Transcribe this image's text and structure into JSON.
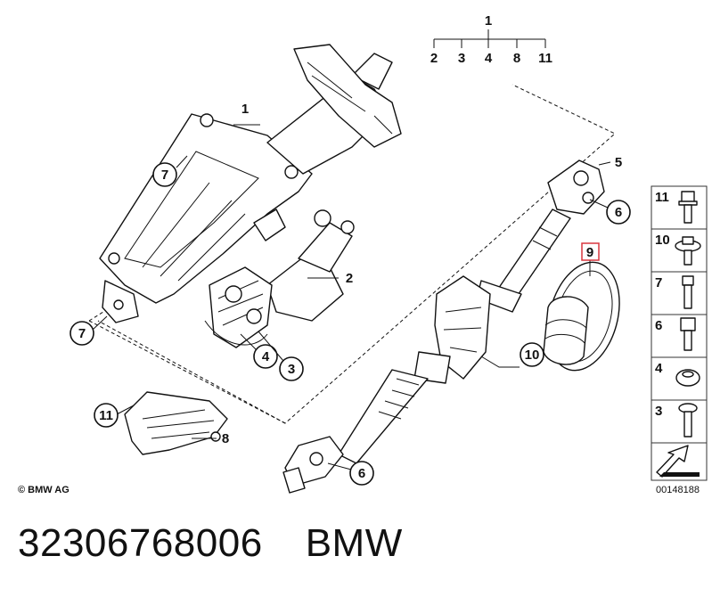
{
  "diagram": {
    "top_group": {
      "parent": "1",
      "children": [
        "2",
        "3",
        "4",
        "8",
        "11"
      ]
    },
    "callouts": {
      "c1": "1",
      "c2": "2",
      "c3": "3",
      "c4": "4",
      "c5": "5",
      "c6a": "6",
      "c6b": "6",
      "c7a": "7",
      "c7b": "7",
      "c8": "8",
      "c9": "9",
      "c10": "10",
      "c11": "11"
    },
    "legend": [
      "11",
      "10",
      "7",
      "6",
      "4",
      "3"
    ],
    "copyright": "© BMW AG",
    "diagram_number": "00148188"
  },
  "footer": {
    "part_number": "32306768006",
    "brand": "BMW"
  },
  "colors": {
    "highlight": "#d9363e",
    "ink": "#111111"
  }
}
